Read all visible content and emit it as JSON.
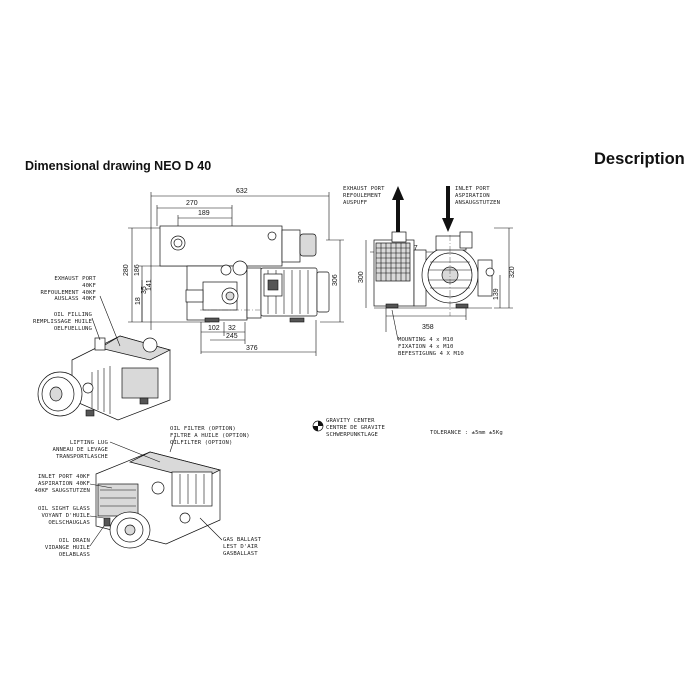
{
  "title": "Dimensional drawing NEO D 40",
  "section_heading": "Description",
  "dimensions": {
    "d632": "632",
    "d270": "270",
    "d189": "189",
    "d280": "280",
    "d186": "186",
    "d141": "141",
    "d35": "35",
    "d18": "18",
    "d102": "102",
    "d32": "32",
    "d245": "245",
    "d376": "376",
    "d306": "306",
    "d257": "257",
    "d300": "300",
    "d320": "320",
    "d139": "139",
    "d358": "358"
  },
  "labels": {
    "exhaust_top": [
      "EXHAUST PORT",
      "REFOULEMENT",
      "AUSPUFF"
    ],
    "inlet_top": [
      "INLET PORT",
      "ASPIRATION",
      "ANSAUGSTUTZEN"
    ],
    "mounting": [
      "MOUNTING 4 x M10",
      "FIXATION 4 x M10",
      "BEFESTIGUNG 4 X M10"
    ],
    "exhaust_side": [
      "EXHAUST PORT",
      "40KF",
      "REFOULEMENT 40KF",
      "AUSLASS 40KF"
    ],
    "oil_filling": [
      "OIL FILLING",
      "REMPLISSAGE HUILE",
      "OELFUELLUNG"
    ],
    "gravity": [
      "GRAVITY CENTER",
      "CENTRE DE GRAVITE",
      "SCHWERPUNKTLAGE"
    ],
    "tolerance": "TOLERANCE : ±5mm  ±5Kg",
    "oil_filter": [
      "OIL FILTER (OPTION)",
      "FILTRE A HUILE (OPTION)",
      "OILFILTER (OPTION)"
    ],
    "lifting_lug": [
      "LIFTING LUG",
      "ANNEAU DE LEVAGE",
      "TRANSPORTLASCHE"
    ],
    "inlet_side": [
      "INLET PORT 40KF",
      "ASPIRATION 40KF",
      "40KF SAUGSTUTZEN"
    ],
    "oil_sight": [
      "OIL SIGHT GLASS",
      "VOYANT D'HUILE",
      "OELSCHAUGLAS"
    ],
    "oil_drain": [
      "OIL DRAIN",
      "VIDANGE HUILE",
      "OELABLASS"
    ],
    "gas_ballast": [
      "GAS BALLAST",
      "LEST D'AIR",
      "GASBALLAST"
    ]
  }
}
